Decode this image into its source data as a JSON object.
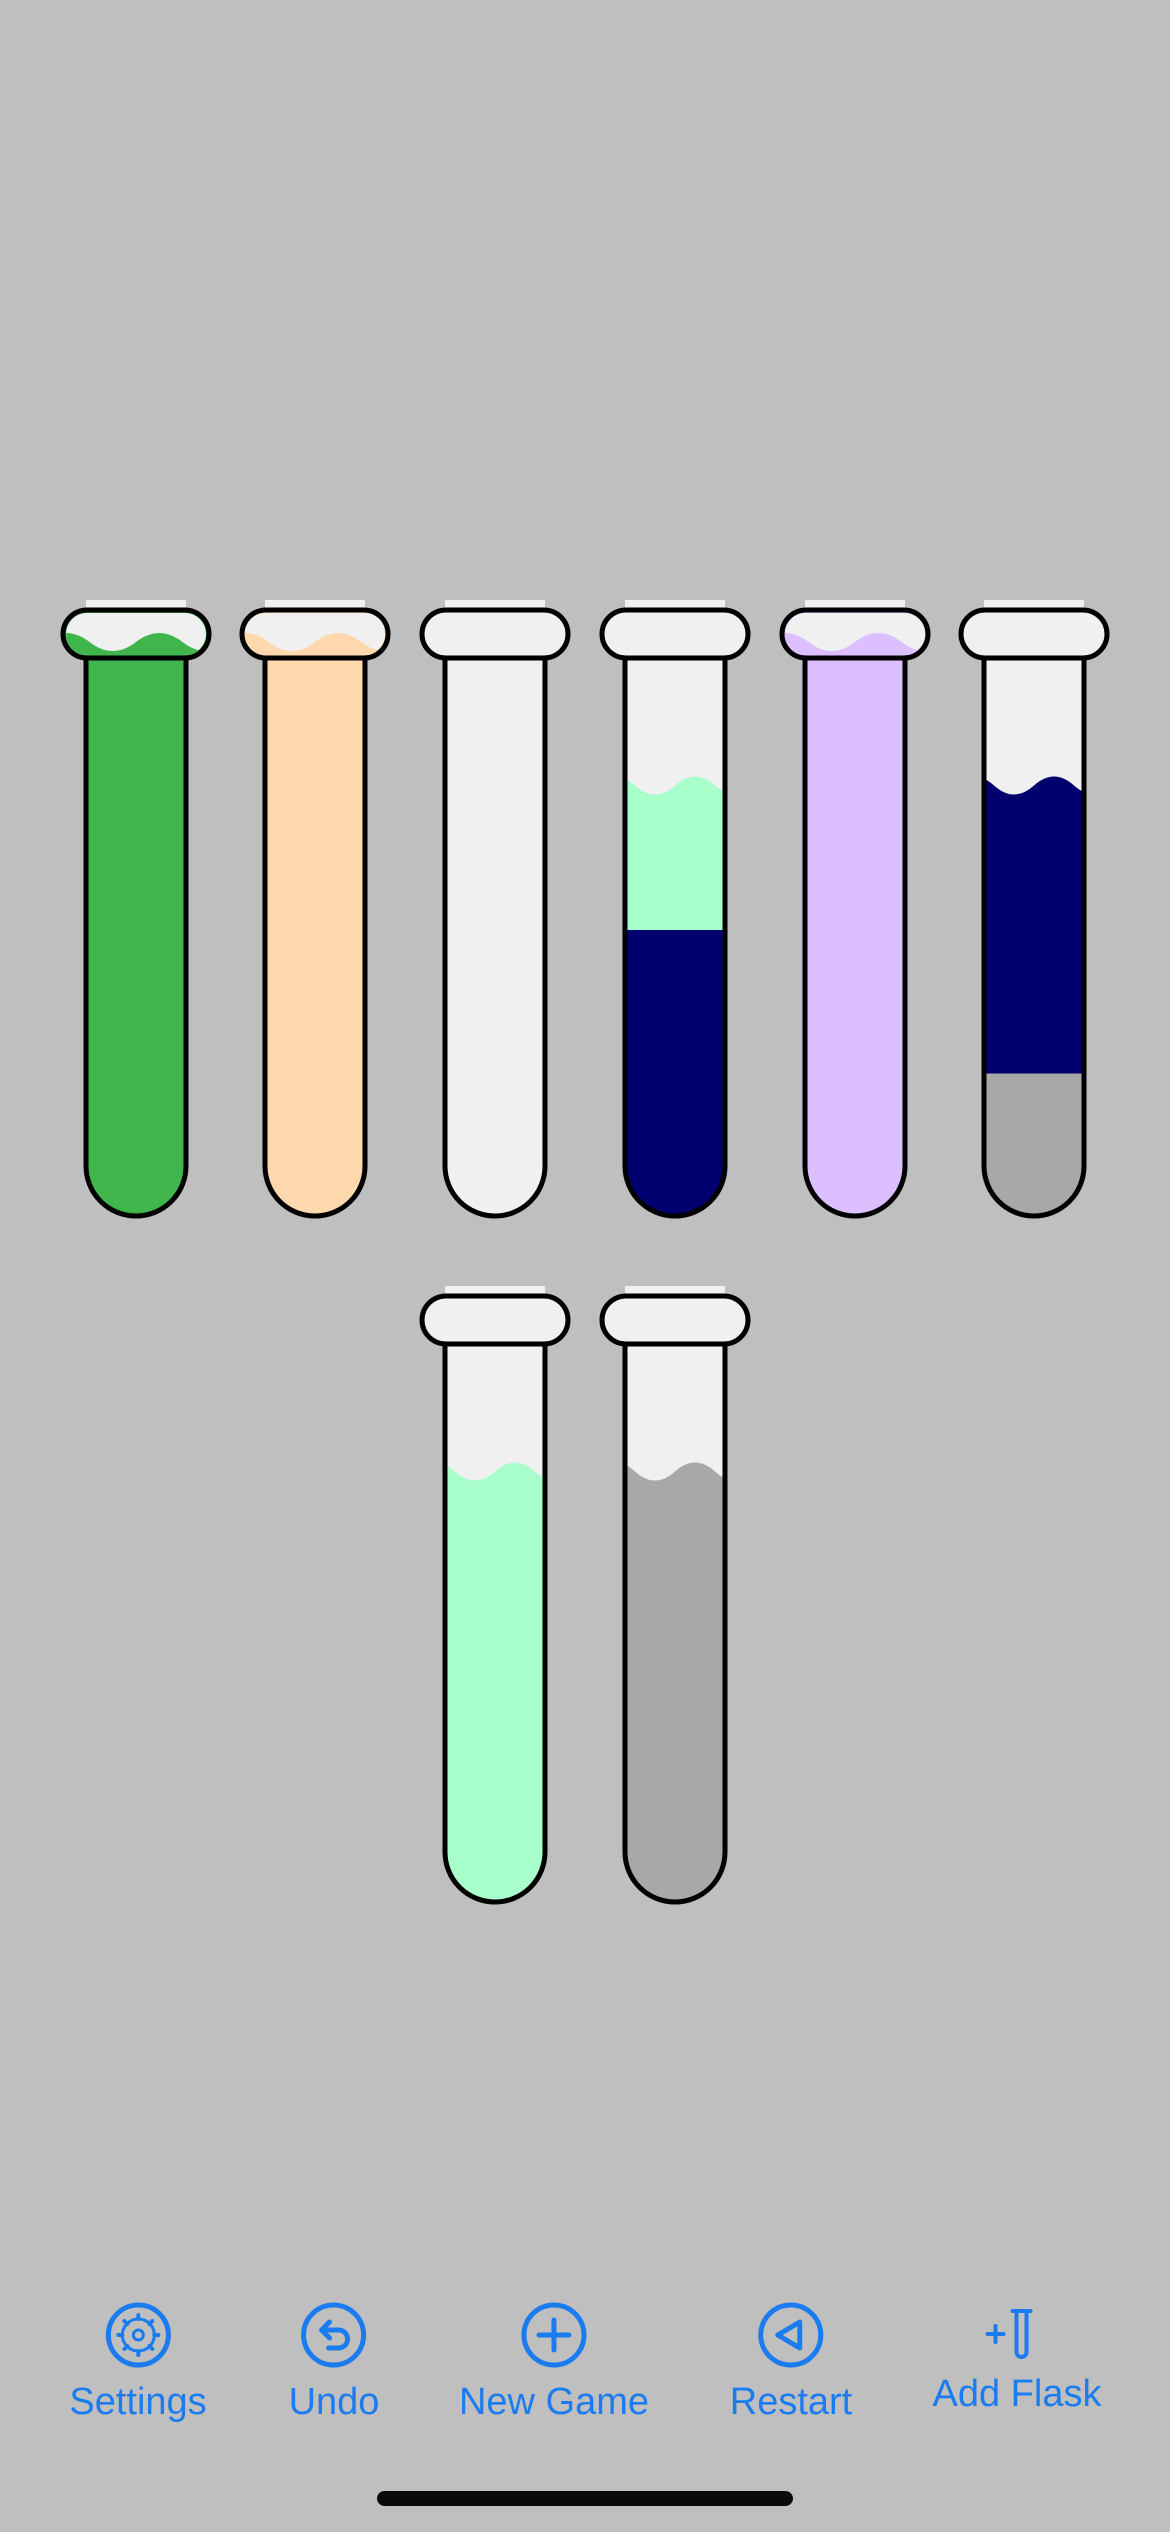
{
  "colors": {
    "background": "#bfbfbf",
    "empty": "#f0f0f0",
    "outline": "#000000",
    "accent": "#1a7cf0",
    "green": "#3fb54b",
    "peach": "#ffd8ad",
    "navy": "#00006e",
    "mint": "#a9ffcc",
    "lavender": "#dcbfff",
    "gray": "#a8a8a8"
  },
  "flask_capacity": 4,
  "flasks": [
    {
      "name": "flask-1",
      "layers": [
        "green",
        "green",
        "green",
        "green"
      ]
    },
    {
      "name": "flask-2",
      "layers": [
        "peach",
        "peach",
        "peach",
        "peach"
      ]
    },
    {
      "name": "flask-3",
      "layers": []
    },
    {
      "name": "flask-4",
      "layers": [
        "navy",
        "navy",
        "mint"
      ]
    },
    {
      "name": "flask-5",
      "layers": [
        "lavender",
        "lavender",
        "lavender",
        "lavender"
      ]
    },
    {
      "name": "flask-6",
      "layers": [
        "gray",
        "navy",
        "navy"
      ]
    },
    {
      "name": "flask-7",
      "layers": [
        "mint",
        "mint",
        "mint"
      ]
    },
    {
      "name": "flask-8",
      "layers": [
        "gray",
        "gray",
        "gray"
      ]
    }
  ],
  "toolbar": {
    "settings_label": "Settings",
    "settings_icon": "gear-icon",
    "undo_label": "Undo",
    "undo_icon": "undo-arrow-icon",
    "new_game_label": "New Game",
    "new_game_icon": "plus-circle-icon",
    "restart_label": "Restart",
    "restart_icon": "restart-triangle-icon",
    "add_flask_label": "Add Flask",
    "add_flask_icon": "add-flask-icon"
  }
}
